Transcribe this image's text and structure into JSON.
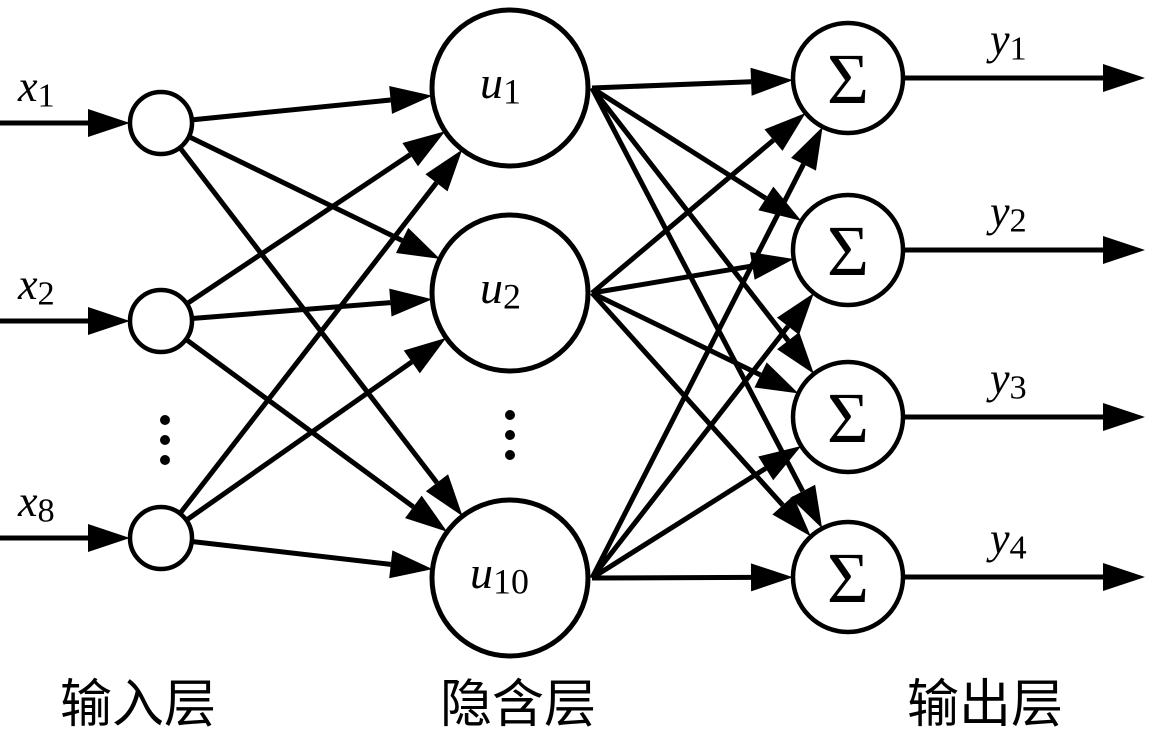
{
  "diagram": {
    "type": "neural-network",
    "colors": {
      "stroke": "#000000",
      "background": "#ffffff"
    },
    "layers": [
      {
        "id": "input",
        "label": "输入层",
        "nodes": [
          {
            "id": "i1",
            "symbol": "",
            "input_label": {
              "base": "x",
              "sub": "1"
            }
          },
          {
            "id": "i2",
            "symbol": "",
            "input_label": {
              "base": "x",
              "sub": "2"
            }
          },
          {
            "id": "i8",
            "symbol": "",
            "input_label": {
              "base": "x",
              "sub": "8"
            }
          }
        ],
        "ellipsis_after_index": 1
      },
      {
        "id": "hidden",
        "label": "隐含层",
        "nodes": [
          {
            "id": "h1",
            "label": {
              "base": "u",
              "sub": "1"
            }
          },
          {
            "id": "h2",
            "label": {
              "base": "u",
              "sub": "2"
            }
          },
          {
            "id": "h10",
            "label": {
              "base": "u",
              "sub": "10"
            }
          }
        ],
        "ellipsis_after_index": 1
      },
      {
        "id": "output",
        "label": "输出层",
        "nodes": [
          {
            "id": "o1",
            "symbol": "Σ",
            "output_label": {
              "base": "y",
              "sub": "1"
            }
          },
          {
            "id": "o2",
            "symbol": "Σ",
            "output_label": {
              "base": "y",
              "sub": "2"
            }
          },
          {
            "id": "o3",
            "symbol": "Σ",
            "output_label": {
              "base": "y",
              "sub": "3"
            }
          },
          {
            "id": "o4",
            "symbol": "Σ",
            "output_label": {
              "base": "y",
              "sub": "4"
            }
          }
        ]
      }
    ],
    "connections": "fully-connected",
    "ellipsis": "⋮"
  }
}
